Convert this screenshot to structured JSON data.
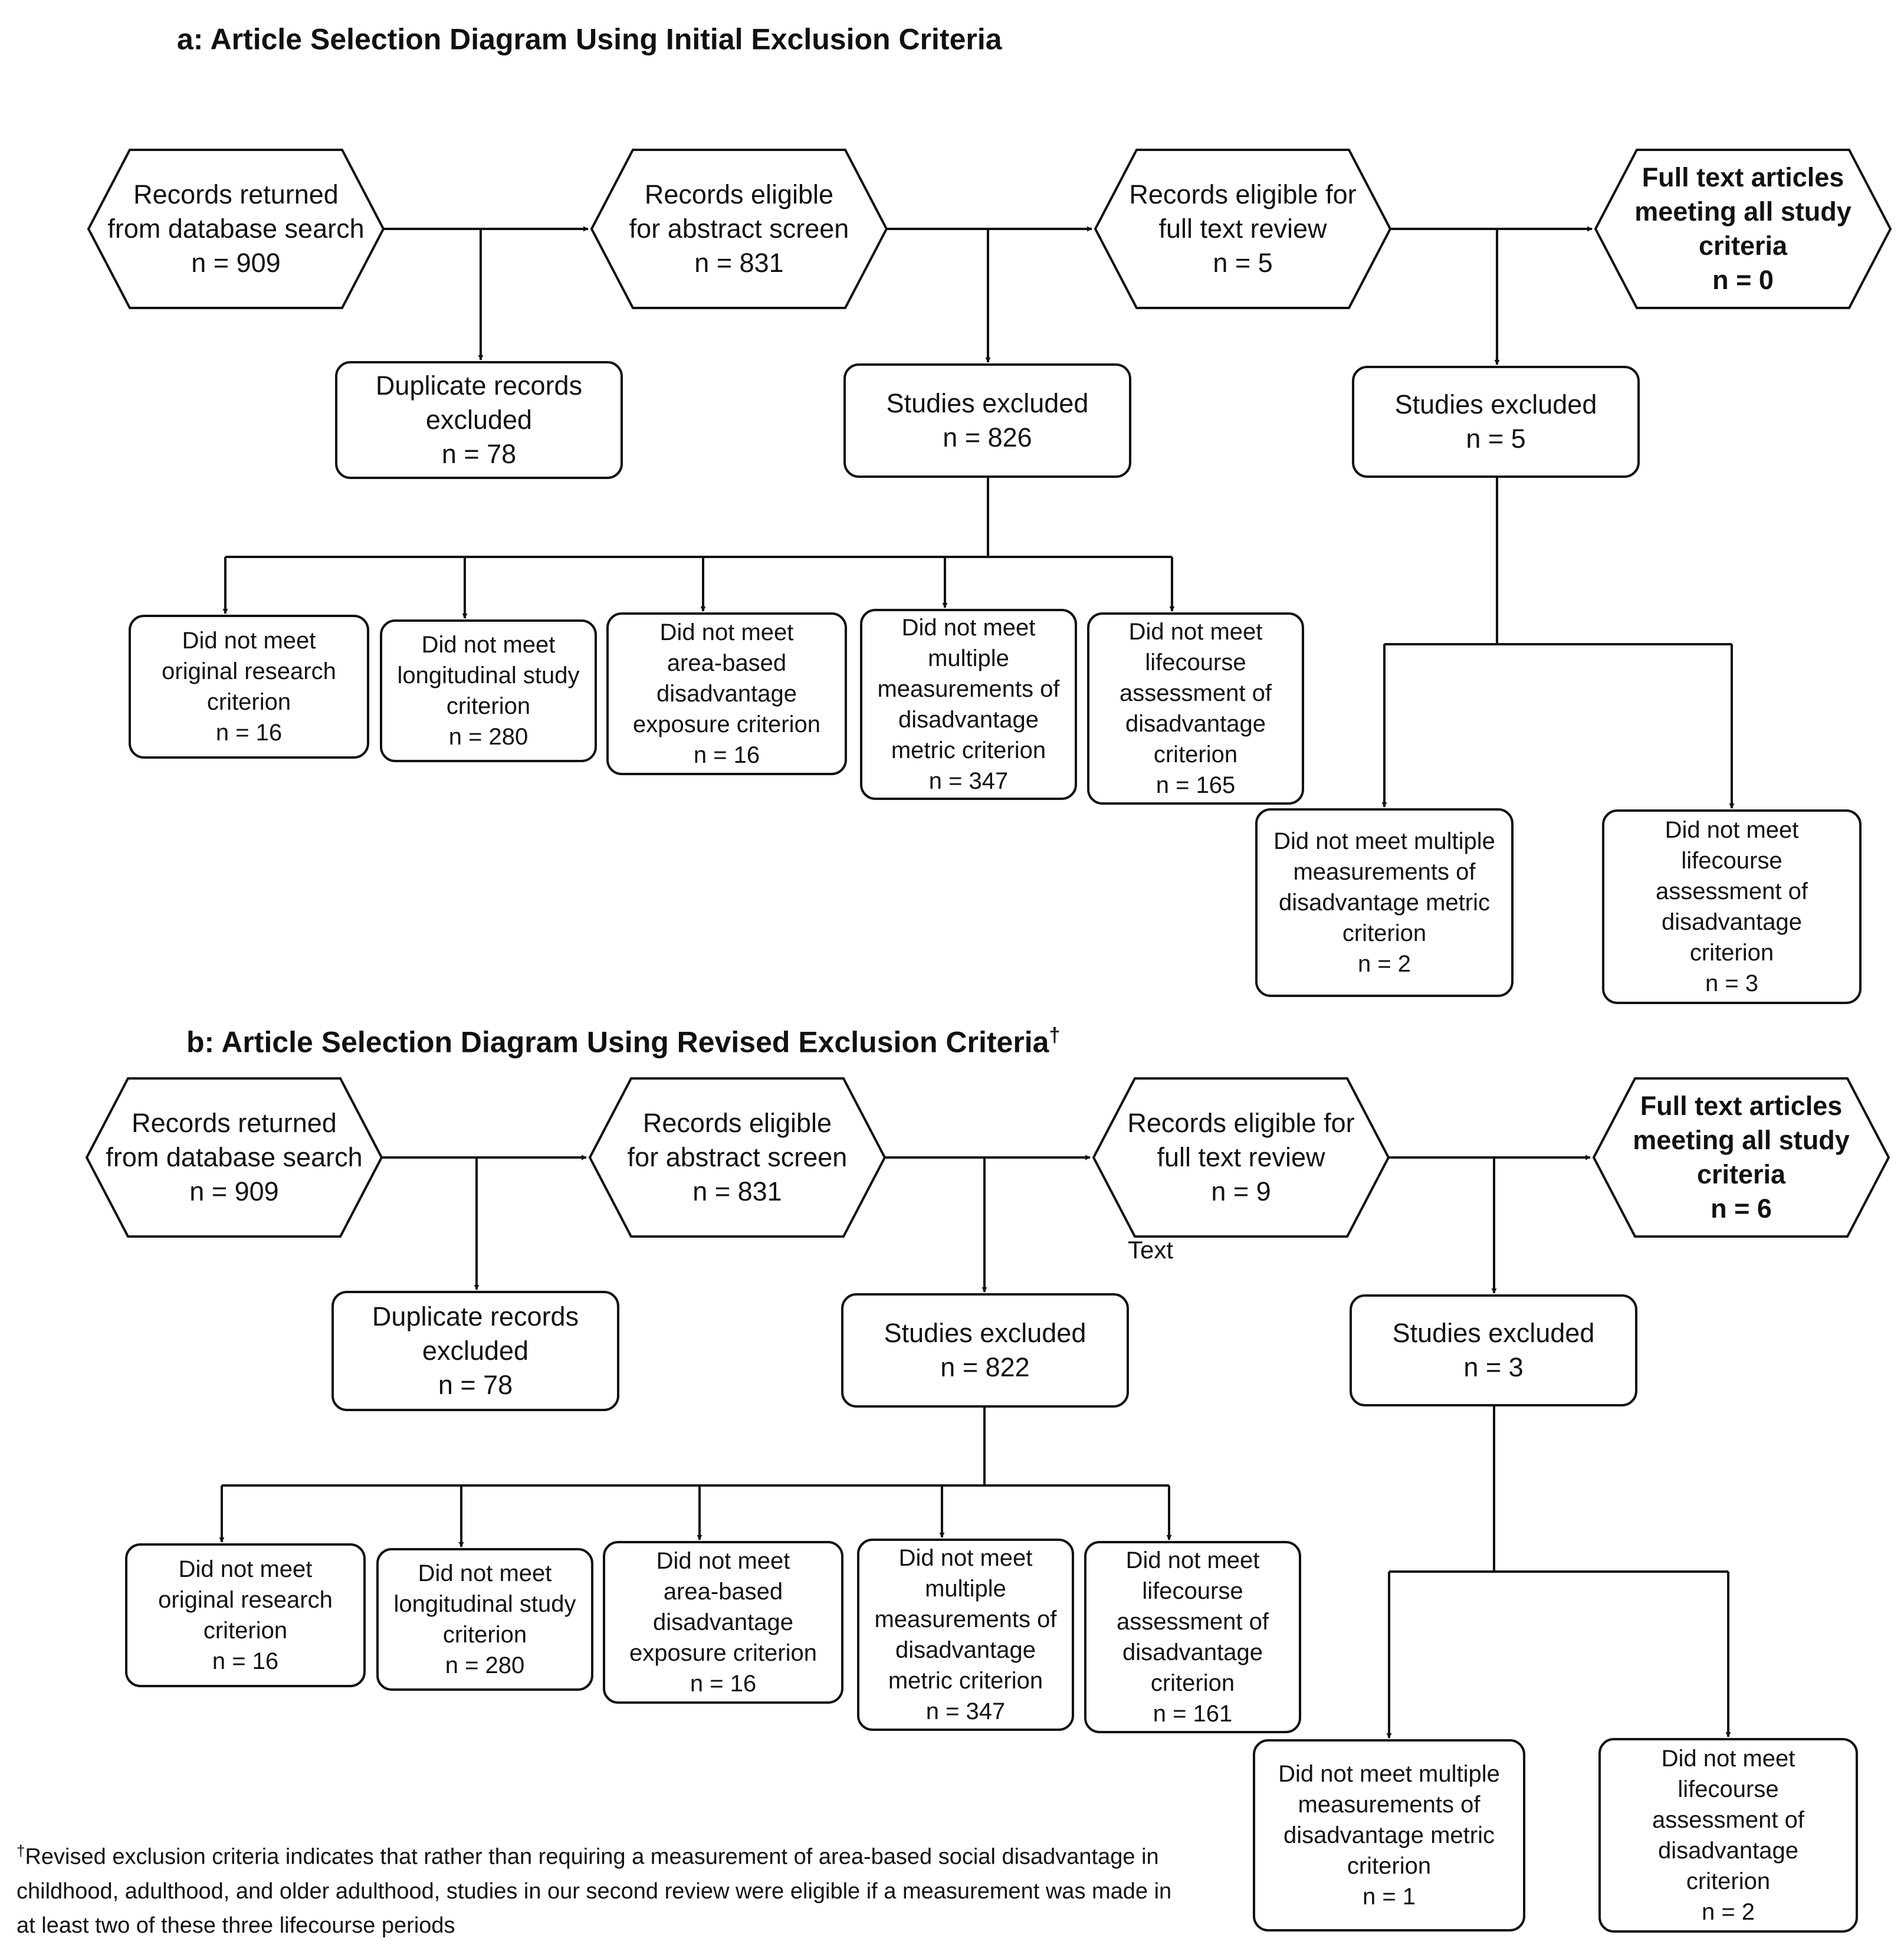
{
  "diagrams": [
    {
      "id": "a",
      "title": "a: Article Selection Diagram Using Initial Exclusion Criteria",
      "title_mark": "",
      "steps": [
        {
          "lines": [
            "Records returned",
            "from database search",
            "n = 909"
          ]
        },
        {
          "lines": [
            "Records eligible",
            "for abstract screen",
            "n = 831"
          ]
        },
        {
          "lines": [
            "Records eligible for",
            "full text review",
            "n = 5"
          ]
        },
        {
          "lines": [
            "Full text articles",
            "meeting all study",
            "criteria",
            "n = 0"
          ],
          "bold": true
        }
      ],
      "exclusions": [
        {
          "lines": [
            "Duplicate records",
            "excluded",
            "n = 78"
          ]
        },
        {
          "lines": [
            "Studies excluded",
            "n = 826"
          ]
        },
        {
          "lines": [
            "Studies excluded",
            "n = 5"
          ]
        }
      ],
      "abstract_reasons": [
        {
          "lines": [
            "Did not meet",
            "original research",
            "criterion",
            "n = 16"
          ]
        },
        {
          "lines": [
            "Did not meet",
            "longitudinal study",
            "criterion",
            "n = 280"
          ]
        },
        {
          "lines": [
            "Did not meet",
            "area-based",
            "disadvantage",
            "exposure criterion",
            "n = 16"
          ]
        },
        {
          "lines": [
            "Did not meet",
            "multiple",
            "measurements of",
            "disadvantage",
            "metric criterion",
            "n = 347"
          ]
        },
        {
          "lines": [
            "Did not meet",
            "lifecourse",
            "assessment of",
            "disadvantage",
            "criterion",
            "n = 165"
          ]
        }
      ],
      "fulltext_reasons": [
        {
          "lines": [
            "Did not meet multiple",
            "measurements of",
            "disadvantage metric",
            "criterion",
            "n = 2"
          ]
        },
        {
          "lines": [
            "Did not meet",
            "lifecourse",
            "assessment of",
            "disadvantage",
            "criterion",
            "n = 3"
          ]
        }
      ]
    },
    {
      "id": "b",
      "title": "b: Article Selection Diagram Using Revised Exclusion Criteria",
      "title_mark": "†",
      "steps": [
        {
          "lines": [
            "Records returned",
            "from database search",
            "n = 909"
          ]
        },
        {
          "lines": [
            "Records eligible",
            "for abstract screen",
            "n = 831"
          ]
        },
        {
          "lines": [
            "Records eligible for",
            "full text review",
            "n = 9"
          ]
        },
        {
          "lines": [
            "Full text articles",
            "meeting all study",
            "criteria",
            "n = 6"
          ],
          "bold": true
        }
      ],
      "exclusions": [
        {
          "lines": [
            "Duplicate records",
            "excluded",
            "n = 78"
          ]
        },
        {
          "lines": [
            "Studies excluded",
            "n = 822"
          ]
        },
        {
          "lines": [
            "Studies excluded",
            "n = 3"
          ]
        }
      ],
      "abstract_reasons": [
        {
          "lines": [
            "Did not meet",
            "original research",
            "criterion",
            "n = 16"
          ]
        },
        {
          "lines": [
            "Did not meet",
            "longitudinal study",
            "criterion",
            "n = 280"
          ]
        },
        {
          "lines": [
            "Did not meet",
            "area-based",
            "disadvantage",
            "exposure criterion",
            "n = 16"
          ]
        },
        {
          "lines": [
            "Did not meet",
            "multiple",
            "measurements of",
            "disadvantage",
            "metric criterion",
            "n = 347"
          ]
        },
        {
          "lines": [
            "Did not meet",
            "lifecourse",
            "assessment of",
            "disadvantage",
            "criterion",
            "n = 161"
          ]
        }
      ],
      "fulltext_reasons": [
        {
          "lines": [
            "Did not meet multiple",
            "measurements of",
            "disadvantage metric",
            "criterion",
            "n = 1"
          ]
        },
        {
          "lines": [
            "Did not meet",
            "lifecourse",
            "assessment of",
            "disadvantage",
            "criterion",
            "n = 2"
          ]
        }
      ],
      "stray_label": "Text"
    }
  ],
  "footnote": {
    "mark": "†",
    "text": "Revised exclusion criteria indicates that rather than requiring a measurement of area-based social disadvantage in childhood, adulthood, and older adulthood, studies in our second review were eligible if a measurement was made in at least two of these three lifecourse periods"
  },
  "colors": {
    "stroke": "#111111",
    "background": "#ffffff",
    "text": "#111111"
  }
}
